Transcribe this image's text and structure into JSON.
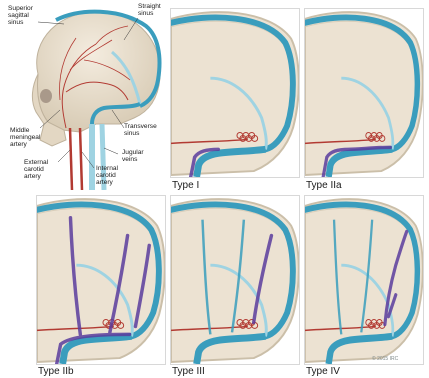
{
  "anatomy_labels": {
    "superior_sagittal_sinus": [
      "Superior",
      "sagittal",
      "sinus"
    ],
    "straight_sinus": [
      "Straight",
      "sinus"
    ],
    "middle_meningeal_artery": [
      "Middle",
      "meningeal",
      "artery"
    ],
    "transverse_sinus": [
      "Transverse",
      "sinus"
    ],
    "jugular_veins": [
      "Jugular",
      "veins"
    ],
    "external_carotid_artery": [
      "External",
      "carotid",
      "artery"
    ],
    "internal_carotid_artery": [
      "Internal",
      "carotid",
      "artery"
    ]
  },
  "panels": [
    {
      "id": "type-1",
      "caption": "Type I"
    },
    {
      "id": "type-2a",
      "caption": "Type IIa"
    },
    {
      "id": "type-2b",
      "caption": "Type IIb"
    },
    {
      "id": "type-3",
      "caption": "Type III"
    },
    {
      "id": "type-4",
      "caption": "Type IV"
    }
  ],
  "copyright": "© 2015 IRC",
  "colors": {
    "skull": "#ece2d2",
    "skull_shadow": "#cbbfa9",
    "sinus": "#3a9dbd",
    "sinus_light": "#9fd3e2",
    "artery": "#b23a32",
    "purple_vein": "#5b3c9e",
    "background": "#ffffff"
  }
}
